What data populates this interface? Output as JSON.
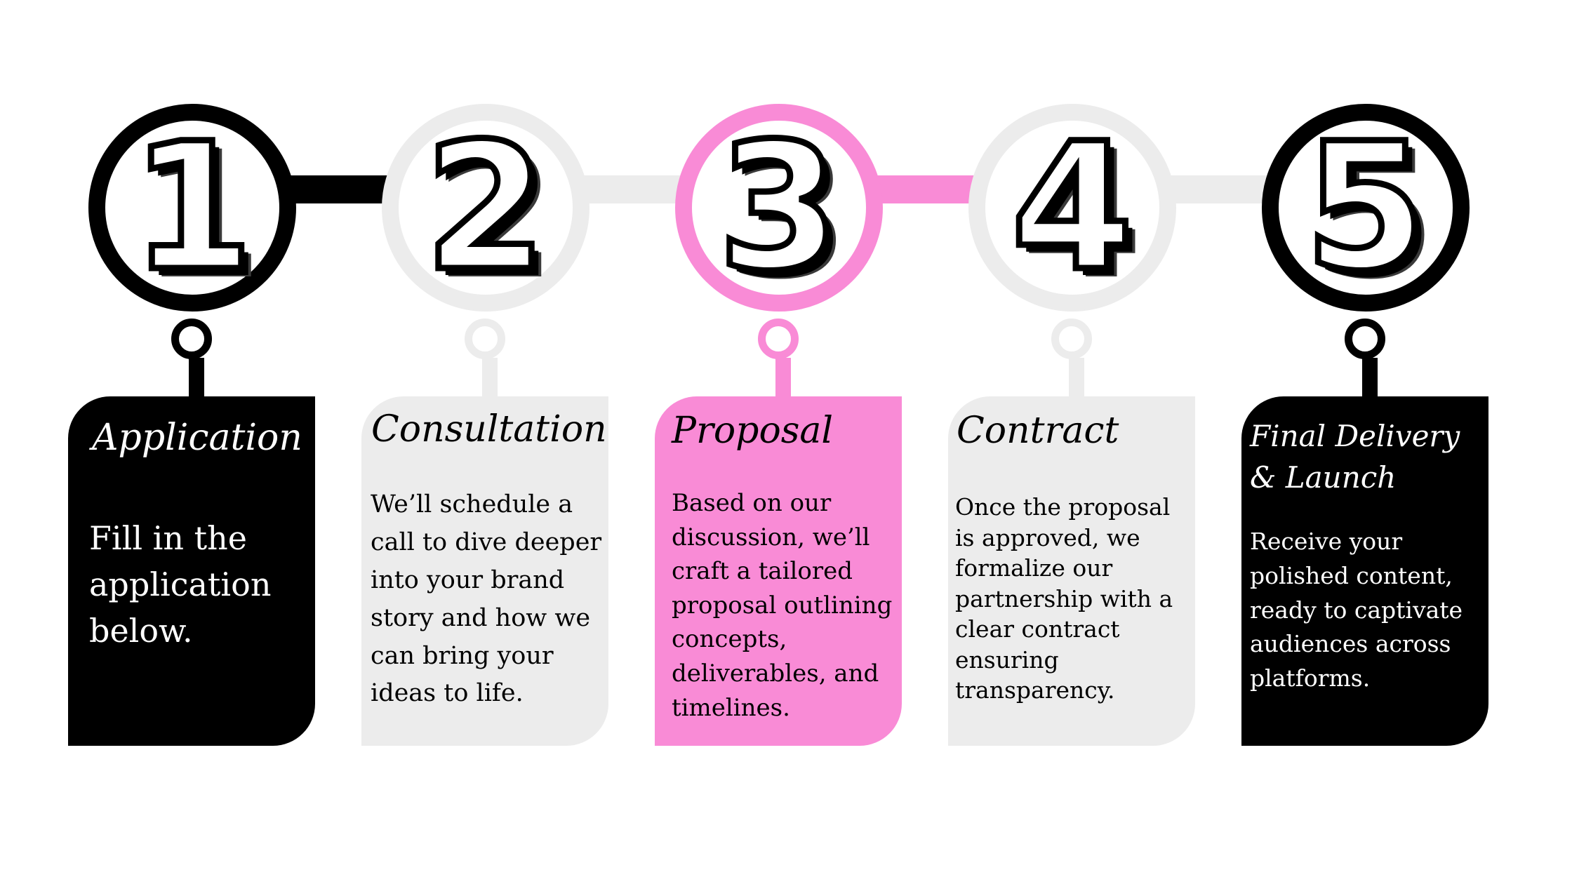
{
  "colors": {
    "black": "#000000",
    "grey": "#ececec",
    "pink": "#f98bd6",
    "white": "#ffffff"
  },
  "steps": [
    {
      "number": "1",
      "title": "Application",
      "description": "Fill in the application below.",
      "theme": "black"
    },
    {
      "number": "2",
      "title": "Consultation",
      "description": "We’ll schedule a call to dive deeper into your brand story and how we can bring your ideas to life.",
      "theme": "grey"
    },
    {
      "number": "3",
      "title": "Proposal",
      "description": "Based on our discussion, we’ll craft a tailored proposal outlining concepts, deliverables, and timelines.",
      "theme": "pink"
    },
    {
      "number": "4",
      "title": "Contract",
      "description": "Once the proposal is approved, we formalize our partnership with a clear contract ensuring transparency.",
      "theme": "grey"
    },
    {
      "number": "5",
      "title": "Final Delivery & Launch",
      "description": "Receive your polished content, ready to captivate audiences across platforms.",
      "theme": "black"
    }
  ]
}
